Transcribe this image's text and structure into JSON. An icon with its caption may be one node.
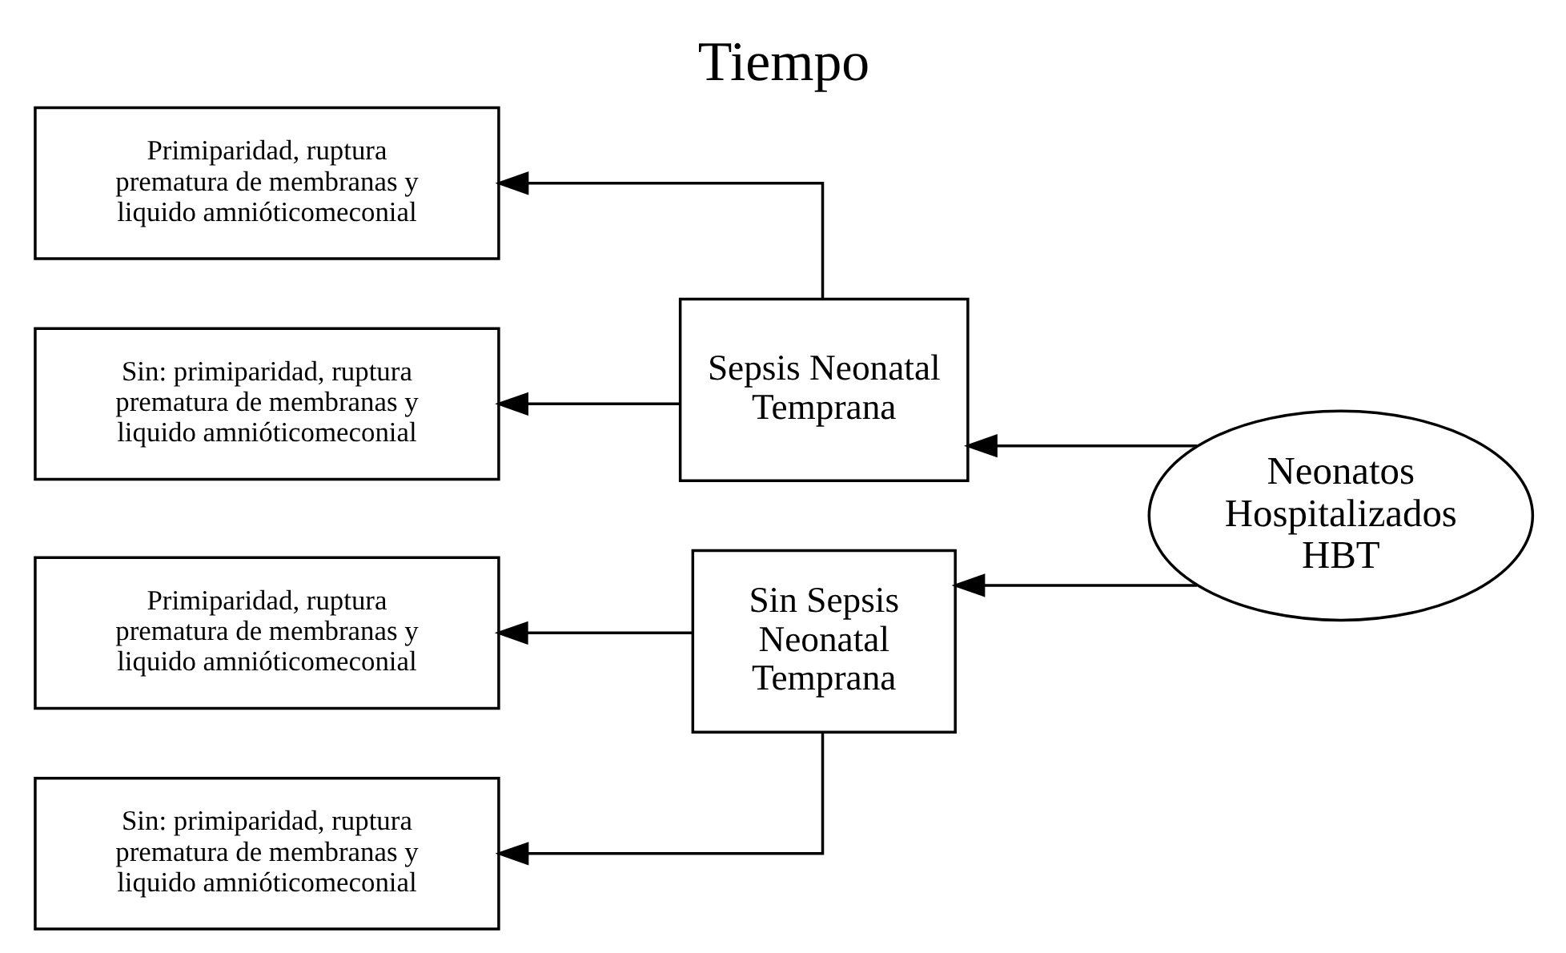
{
  "diagram": {
    "title": "Tiempo",
    "nodes": [
      {
        "text": [
          "Primiparidad, ruptura prematura de membranas y liquido amnióticomeconial"
        ]
      },
      {
        "text": [
          "Sin: primiparidad, ruptura prematura de membranas y liquido amnióticomeconial"
        ]
      },
      {
        "text": [
          "Sepsis Neonatal Temprana"
        ]
      },
      {
        "text": [
          "Primiparidad, ruptura prematura de membranas y liquido amnióticomeconial"
        ]
      },
      {
        "text": [
          "Sin: primiparidad, ruptura prematura de membranas y liquido amnióticomeconial"
        ]
      },
      {
        "text": [
          "Sin Sepsis Neonatal Temprana"
        ]
      },
      {
        "text": [
          "Neonatos Hospitalizados HBT"
        ]
      }
    ],
    "edges": [
      {
        "from": 6,
        "to": 2,
        "arrow": "to"
      },
      {
        "from": 6,
        "to": 5,
        "arrow": "to"
      },
      {
        "from": 2,
        "to": 0,
        "arrow": "to"
      },
      {
        "from": 2,
        "to": 1,
        "arrow": "to"
      },
      {
        "from": 5,
        "to": 3,
        "arrow": "to"
      },
      {
        "from": 5,
        "to": 4,
        "arrow": "to"
      }
    ]
  }
}
